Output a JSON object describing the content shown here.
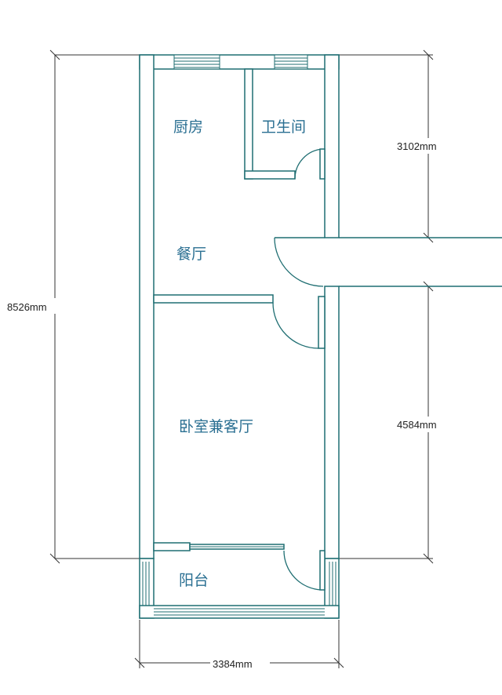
{
  "rooms": {
    "kitchen": "厨房",
    "bathroom": "卫生间",
    "dining": "餐厅",
    "bedroom_living": "卧室兼客厅",
    "balcony": "阳台"
  },
  "dimensions": {
    "total_height": "8526mm",
    "upper_right": "3102mm",
    "lower_right": "4584mm",
    "width": "3384mm"
  },
  "colors": {
    "wall": "#1f6e72",
    "label": "#2a6f92"
  }
}
